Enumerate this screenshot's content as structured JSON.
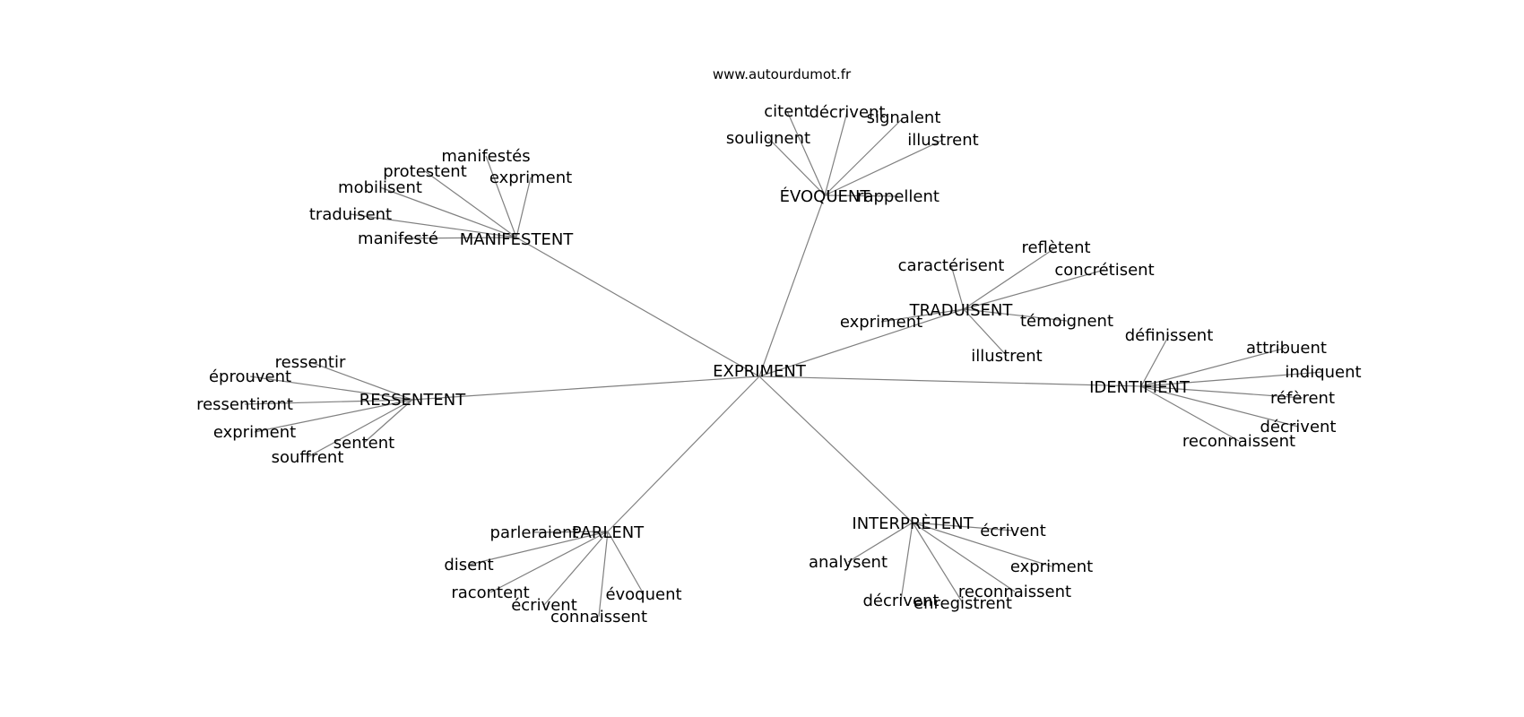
{
  "site": "www.autourdumot.fr",
  "center": "EXPRIMENT",
  "hubs": [
    {
      "id": "evoquent",
      "label": "ÉVOQUENT",
      "leaves": [
        "citent",
        "décrivent",
        "signalent",
        "illustrent",
        "soulignent",
        "rappellent"
      ]
    },
    {
      "id": "manifestent",
      "label": "MANIFESTENT",
      "leaves": [
        "manifestés",
        "protestent",
        "expriment",
        "mobilisent",
        "traduisent",
        "manifesté"
      ]
    },
    {
      "id": "traduisent",
      "label": "TRADUISENT",
      "leaves": [
        "reflètent",
        "caractérisent",
        "concrétisent",
        "expriment",
        "témoignent",
        "illustrent"
      ]
    },
    {
      "id": "ressentent",
      "label": "RESSENTENT",
      "leaves": [
        "ressentir",
        "éprouvent",
        "ressentiront",
        "expriment",
        "sentent",
        "souffrent"
      ]
    },
    {
      "id": "identifient",
      "label": "IDENTIFIENT",
      "leaves": [
        "définissent",
        "attribuent",
        "indiquent",
        "réfèrent",
        "décrivent",
        "reconnaissent"
      ]
    },
    {
      "id": "parlent",
      "label": "PARLENT",
      "leaves": [
        "parleraient",
        "disent",
        "racontent",
        "écrivent",
        "connaissent",
        "évoquent"
      ]
    },
    {
      "id": "interpretent",
      "label": "INTERPRÈTENT",
      "leaves": [
        "écrivent",
        "analysent",
        "expriment",
        "reconnaissent",
        "décrivent",
        "enregistrent"
      ]
    }
  ]
}
